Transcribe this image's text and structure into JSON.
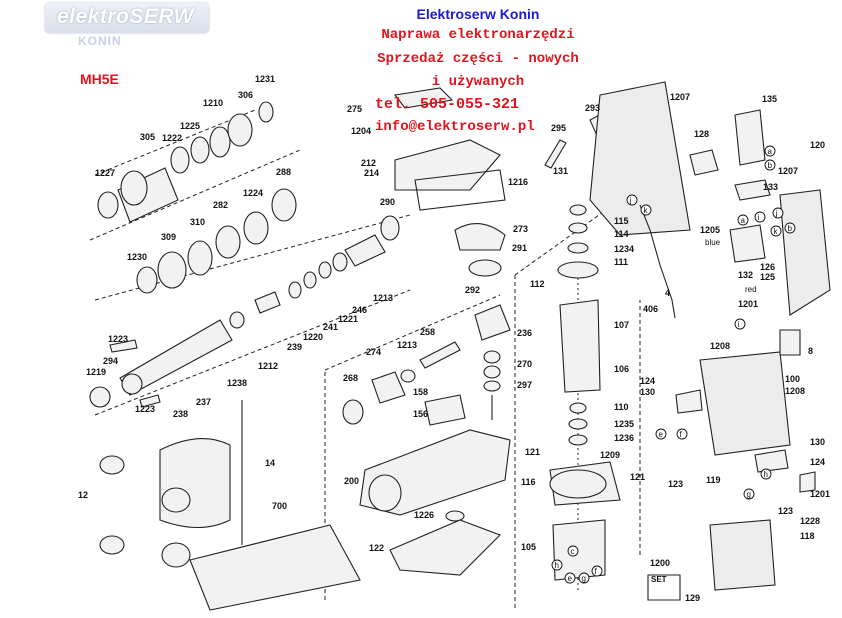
{
  "header": {
    "logo_text": "elektroSERW",
    "logo_sub": "KONIN",
    "model": "MH5E",
    "company": "Elektroserw Konin",
    "line1": "Naprawa elektronarzędzi",
    "line2": "Sprzedaż części - nowych",
    "line3": "i używanych",
    "phone": "tel. 505-055-321",
    "email": "info@elektroserw.pl"
  },
  "parts": [
    {
      "id": "p1231",
      "label": "1231"
    },
    {
      "id": "p306",
      "label": "306"
    },
    {
      "id": "p1210",
      "label": "1210"
    },
    {
      "id": "p1225",
      "label": "1225"
    },
    {
      "id": "p305",
      "label": "305"
    },
    {
      "id": "p1222",
      "label": "1222"
    },
    {
      "id": "p1227",
      "label": "1227"
    },
    {
      "id": "p288",
      "label": "288"
    },
    {
      "id": "p1224",
      "label": "1224"
    },
    {
      "id": "p282",
      "label": "282"
    },
    {
      "id": "p310",
      "label": "310"
    },
    {
      "id": "p290",
      "label": "290"
    },
    {
      "id": "p309",
      "label": "309"
    },
    {
      "id": "p1230",
      "label": "1230"
    },
    {
      "id": "p1213a",
      "label": "1213"
    },
    {
      "id": "p246",
      "label": "246"
    },
    {
      "id": "p1221",
      "label": "1221"
    },
    {
      "id": "p241",
      "label": "241"
    },
    {
      "id": "p1220",
      "label": "1220"
    },
    {
      "id": "p239",
      "label": "239"
    },
    {
      "id": "p1212",
      "label": "1212"
    },
    {
      "id": "p1223a",
      "label": "1223"
    },
    {
      "id": "p294",
      "label": "294"
    },
    {
      "id": "p1219",
      "label": "1219"
    },
    {
      "id": "p1238",
      "label": "1238"
    },
    {
      "id": "p237",
      "label": "237"
    },
    {
      "id": "p1223b",
      "label": "1223"
    },
    {
      "id": "p238",
      "label": "238"
    },
    {
      "id": "p14",
      "label": "14"
    },
    {
      "id": "p12",
      "label": "12"
    },
    {
      "id": "p700",
      "label": "700"
    },
    {
      "id": "p275",
      "label": "275"
    },
    {
      "id": "p1204",
      "label": "1204"
    },
    {
      "id": "p212",
      "label": "212"
    },
    {
      "id": "p214",
      "label": "214"
    },
    {
      "id": "p1216",
      "label": "1216"
    },
    {
      "id": "p273",
      "label": "273"
    },
    {
      "id": "p291",
      "label": "291"
    },
    {
      "id": "p292",
      "label": "292"
    },
    {
      "id": "p236",
      "label": "236"
    },
    {
      "id": "p258",
      "label": "258"
    },
    {
      "id": "p1213b",
      "label": "1213"
    },
    {
      "id": "p274",
      "label": "274"
    },
    {
      "id": "p270",
      "label": "270"
    },
    {
      "id": "p297",
      "label": "297"
    },
    {
      "id": "p268",
      "label": "268"
    },
    {
      "id": "p158",
      "label": "158"
    },
    {
      "id": "p156",
      "label": "156"
    },
    {
      "id": "p200",
      "label": "200"
    },
    {
      "id": "p1226",
      "label": "1226"
    },
    {
      "id": "p122",
      "label": "122"
    },
    {
      "id": "p293",
      "label": "293"
    },
    {
      "id": "p295",
      "label": "295"
    },
    {
      "id": "p131",
      "label": "131"
    },
    {
      "id": "p115",
      "label": "115"
    },
    {
      "id": "p114",
      "label": "114"
    },
    {
      "id": "p1234",
      "label": "1234"
    },
    {
      "id": "p111",
      "label": "111"
    },
    {
      "id": "p112",
      "label": "112"
    },
    {
      "id": "p406",
      "label": "406"
    },
    {
      "id": "p107",
      "label": "107"
    },
    {
      "id": "p106",
      "label": "106"
    },
    {
      "id": "p110",
      "label": "110"
    },
    {
      "id": "p1235",
      "label": "1235"
    },
    {
      "id": "p1236",
      "label": "1236"
    },
    {
      "id": "p121a",
      "label": "121"
    },
    {
      "id": "p1209",
      "label": "1209"
    },
    {
      "id": "p121b",
      "label": "121"
    },
    {
      "id": "p116",
      "label": "116"
    },
    {
      "id": "p105",
      "label": "105"
    },
    {
      "id": "p1200",
      "label": "1200"
    },
    {
      "id": "p129",
      "label": "129"
    },
    {
      "id": "p1207a",
      "label": "1207"
    },
    {
      "id": "p135",
      "label": "135"
    },
    {
      "id": "p128",
      "label": "128"
    },
    {
      "id": "p120",
      "label": "120"
    },
    {
      "id": "p1207b",
      "label": "1207"
    },
    {
      "id": "p133",
      "label": "133"
    },
    {
      "id": "p1205",
      "label": "1205"
    },
    {
      "id": "p126",
      "label": "126"
    },
    {
      "id": "p125",
      "label": "125"
    },
    {
      "id": "p132",
      "label": "132"
    },
    {
      "id": "p1201a",
      "label": "1201"
    },
    {
      "id": "p8",
      "label": "8"
    },
    {
      "id": "p1208a",
      "label": "1208"
    },
    {
      "id": "p100",
      "label": "100"
    },
    {
      "id": "p1208b",
      "label": "1208"
    },
    {
      "id": "p124a",
      "label": "124"
    },
    {
      "id": "p130a",
      "label": "130"
    },
    {
      "id": "p130b",
      "label": "130"
    },
    {
      "id": "p124b",
      "label": "124"
    },
    {
      "id": "p1201b",
      "label": "1201"
    },
    {
      "id": "p123a",
      "label": "123"
    },
    {
      "id": "p119",
      "label": "119"
    },
    {
      "id": "p123b",
      "label": "123"
    },
    {
      "id": "p1228",
      "label": "1228"
    },
    {
      "id": "p118",
      "label": "118"
    },
    {
      "id": "p4",
      "label": "4"
    }
  ],
  "wire_labels": {
    "blue": "blue",
    "red": "red"
  },
  "callouts": [
    {
      "id": "c-a1",
      "t": "a"
    },
    {
      "id": "c-b1",
      "t": "b"
    },
    {
      "id": "c-j1",
      "t": "j"
    },
    {
      "id": "c-k1",
      "t": "k"
    },
    {
      "id": "c-a2",
      "t": "a"
    },
    {
      "id": "c-i1",
      "t": "i"
    },
    {
      "id": "c-j2",
      "t": "j"
    },
    {
      "id": "c-b2",
      "t": "b"
    },
    {
      "id": "c-k2",
      "t": "k"
    },
    {
      "id": "c-i2",
      "t": "i"
    },
    {
      "id": "c-e1",
      "t": "e"
    },
    {
      "id": "c-f1",
      "t": "f"
    },
    {
      "id": "c-h1",
      "t": "h"
    },
    {
      "id": "c-g1",
      "t": "g"
    },
    {
      "id": "c-c1",
      "t": "c"
    },
    {
      "id": "c-e2",
      "t": "e"
    },
    {
      "id": "c-g2",
      "t": "g"
    },
    {
      "id": "c-h2",
      "t": "h"
    },
    {
      "id": "c-f2",
      "t": "f"
    }
  ],
  "set_label": "SET"
}
